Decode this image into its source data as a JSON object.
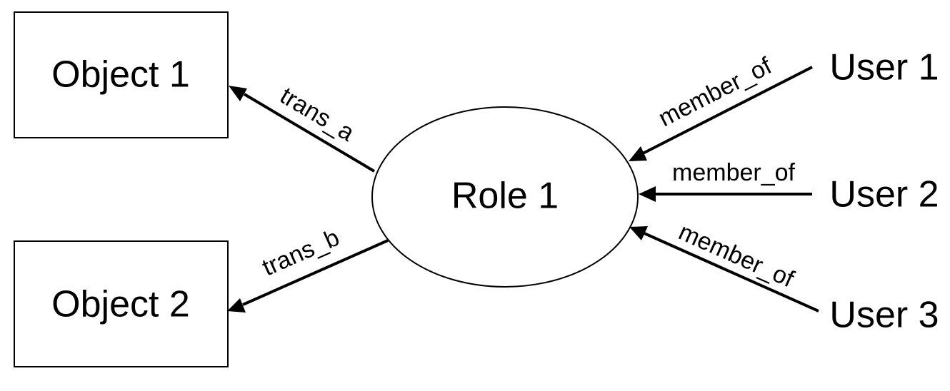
{
  "nodes": {
    "object_1": "Object 1",
    "object_2": "Object 2",
    "role_1": "Role 1",
    "user_1": "User 1",
    "user_2": "User 2",
    "user_3": "User 3"
  },
  "edges": {
    "trans_a": "trans_a",
    "trans_b": "trans_b",
    "member_of_1": "member_of",
    "member_of_2": "member_of",
    "member_of_3": "member_of"
  },
  "colors": {
    "line": "#000000",
    "background": "#ffffff"
  }
}
